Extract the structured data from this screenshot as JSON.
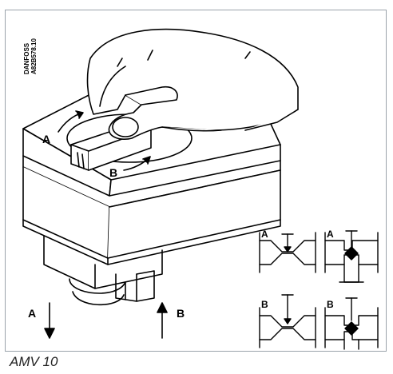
{
  "figure": {
    "brand_text": "DANFOSS",
    "code_text": "A82B578.10",
    "caption": "AMV 10",
    "actuator_labels": {
      "a": "A",
      "b": "B"
    },
    "direction_labels": {
      "a": "A",
      "b": "B"
    },
    "valve_labels": {
      "two_way_a": "A",
      "three_way_a": "A",
      "two_way_b": "B",
      "three_way_b": "B"
    }
  }
}
